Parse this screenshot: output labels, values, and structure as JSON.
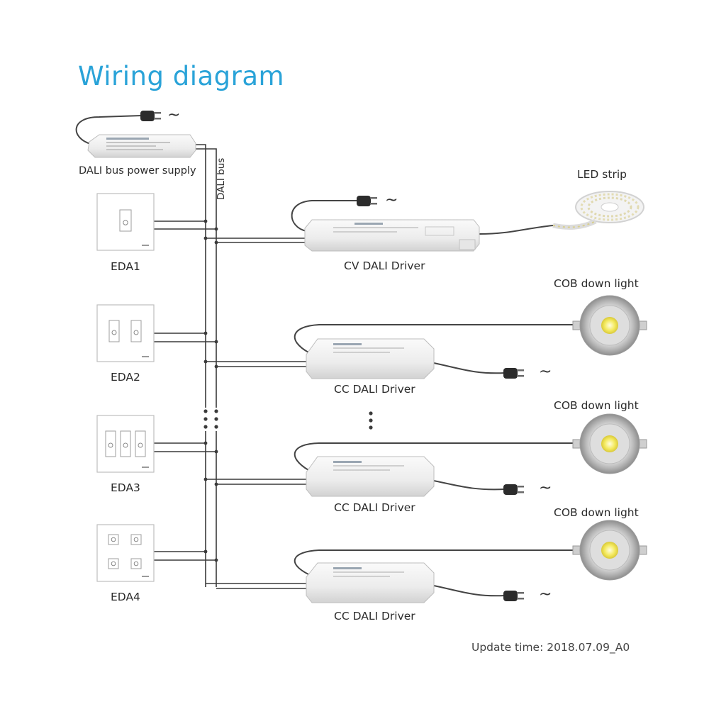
{
  "title": "Wiring diagram",
  "labels": {
    "bus_power_supply": "DALI bus power supply",
    "dali_bus": "DALI bus",
    "led_strip": "LED strip",
    "cv_driver": "CV DALI Driver",
    "cc_driver_1": "CC DALI Driver",
    "cc_driver_2": "CC DALI Driver",
    "cc_driver_3": "CC DALI Driver",
    "cob_1": "COB down light",
    "cob_2": "COB down light",
    "cob_3": "COB down light",
    "eda1": "EDA1",
    "eda2": "EDA2",
    "eda3": "EDA3",
    "eda4": "EDA4",
    "ac_symbol": "~",
    "update_time": "Update time: 2018.07.09_A0"
  },
  "colors": {
    "title": "#2aa3d8",
    "wire": "#3a3a3a",
    "device_body": "#f2f2f2",
    "device_edge": "#c8c8c8",
    "cob_glow": "#f7ef7a"
  }
}
